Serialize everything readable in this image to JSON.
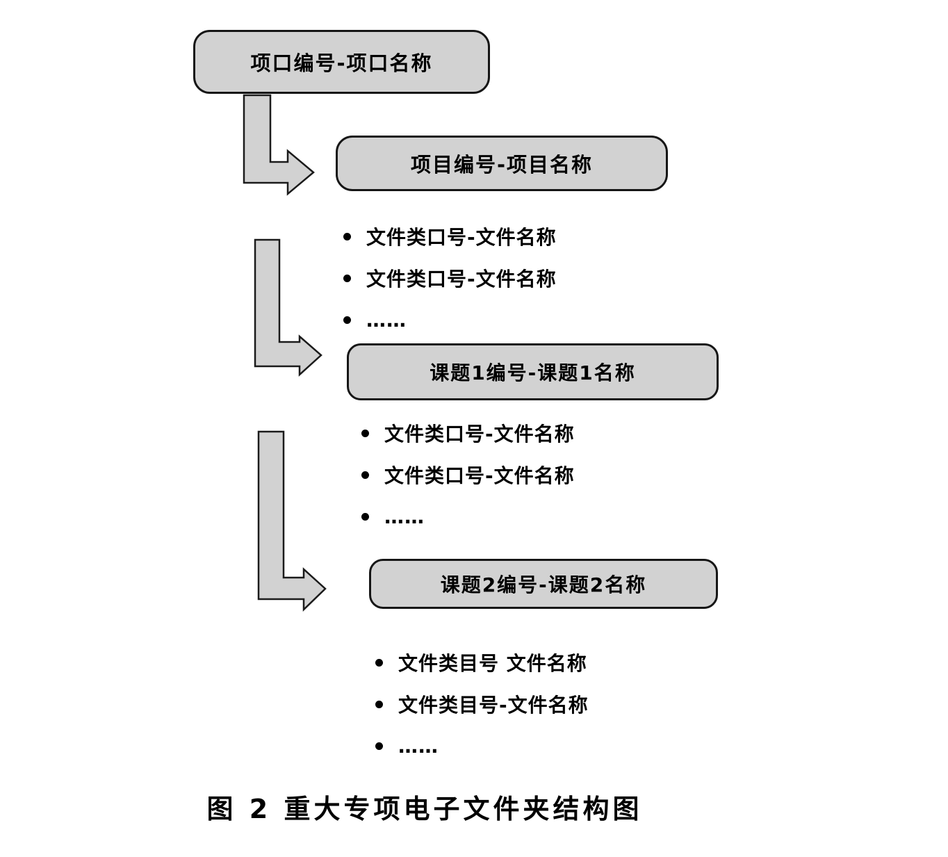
{
  "diagram": {
    "caption": "图 2  重大专项电子文件夹结构图",
    "colors": {
      "background": "#ffffff",
      "box_fill": "#d2d2d2",
      "box_border": "#161616",
      "text": "#000000"
    },
    "nodes": [
      {
        "id": "root",
        "label": "项口编号-项口名称"
      },
      {
        "id": "project",
        "label": "项目编号-项目名称"
      },
      {
        "id": "topic1",
        "label": "课题1编号-课题1名称"
      },
      {
        "id": "topic2",
        "label": "课题2编号-课题2名称"
      }
    ],
    "lists": [
      {
        "parent": "project",
        "items": [
          "文件类口号-文件名称",
          "文件类口号-文件名称",
          "……"
        ]
      },
      {
        "parent": "topic1",
        "items": [
          "文件类口号-文件名称",
          "文件类口号-文件名称",
          "……"
        ]
      },
      {
        "parent": "topic2",
        "items": [
          "文件类目号 文件名称",
          "文件类目号-文件名称",
          "……"
        ]
      }
    ]
  }
}
